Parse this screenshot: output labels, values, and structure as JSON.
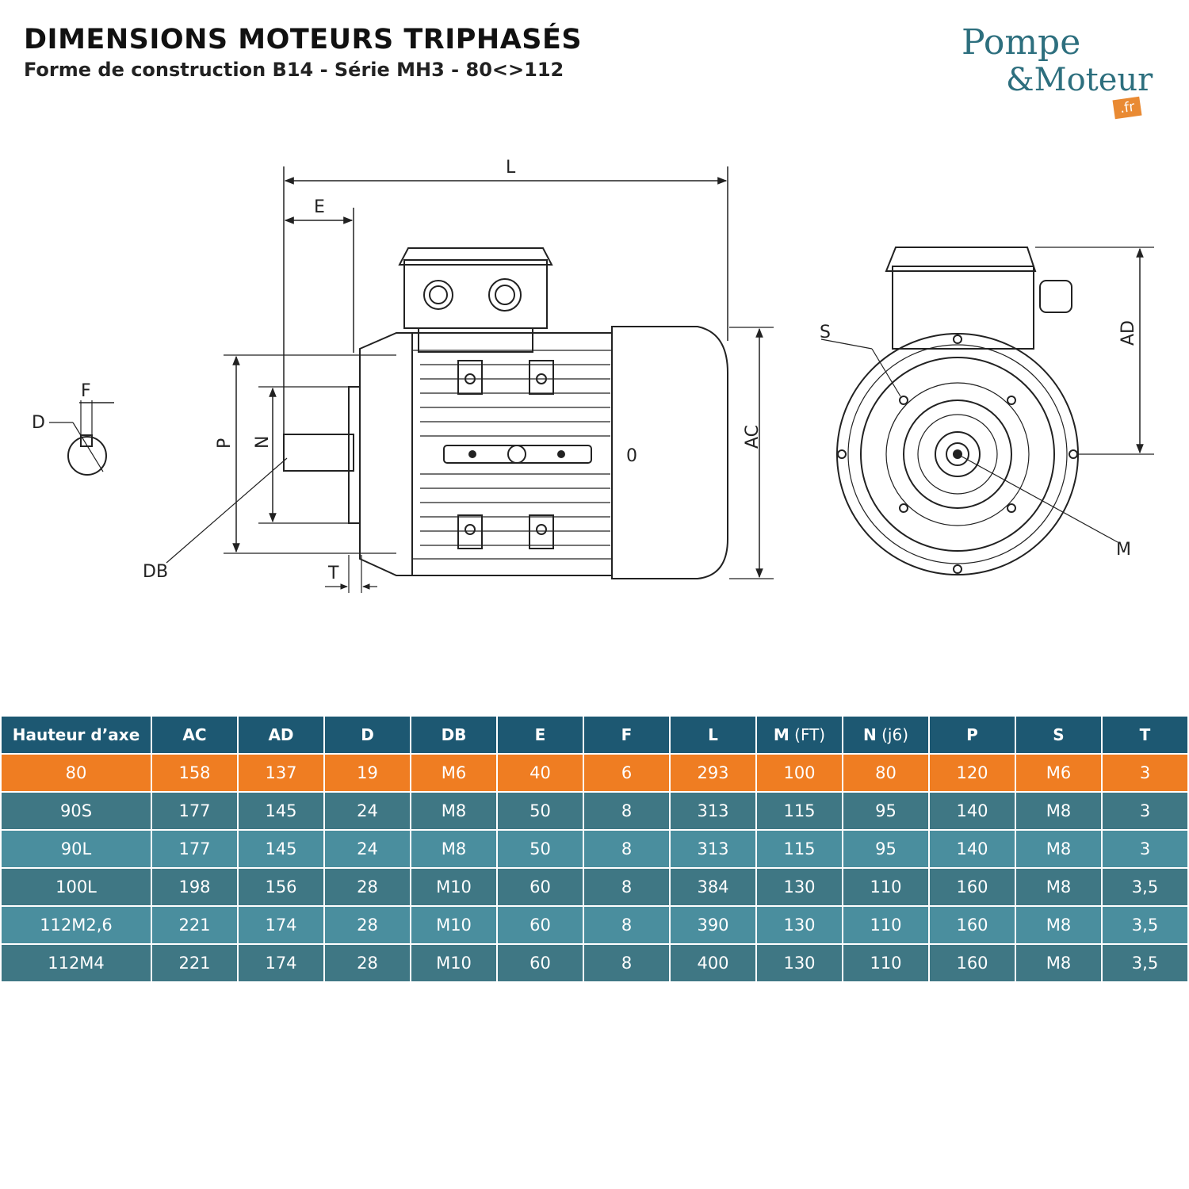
{
  "header": {
    "title": "DIMENSIONS MOTEURS TRIPHASÉS",
    "subtitle": "Forme de construction B14 - Série MH3 - 80<>112"
  },
  "logo": {
    "line1": "Pompe",
    "line2": "&Moteur",
    "badge": ".fr"
  },
  "drawing_labels": {
    "L": "L",
    "E": "E",
    "F": "F",
    "D": "D",
    "P": "P",
    "N": "N",
    "DB": "DB",
    "T": "T",
    "AC": "AC",
    "AD": "AD",
    "S": "S",
    "M": "M",
    "zero": "0"
  },
  "table": {
    "headers": [
      {
        "main": "Hauteur d’axe",
        "suffix": ""
      },
      {
        "main": "AC",
        "suffix": ""
      },
      {
        "main": "AD",
        "suffix": ""
      },
      {
        "main": "D",
        "suffix": ""
      },
      {
        "main": "DB",
        "suffix": ""
      },
      {
        "main": "E",
        "suffix": ""
      },
      {
        "main": "F",
        "suffix": ""
      },
      {
        "main": "L",
        "suffix": ""
      },
      {
        "main": "M",
        "suffix": "(FT)"
      },
      {
        "main": "N",
        "suffix": "(j6)"
      },
      {
        "main": "P",
        "suffix": ""
      },
      {
        "main": "S",
        "suffix": ""
      },
      {
        "main": "T",
        "suffix": ""
      }
    ],
    "rows": [
      [
        "80",
        "158",
        "137",
        "19",
        "M6",
        "40",
        "6",
        "293",
        "100",
        "80",
        "120",
        "M6",
        "3"
      ],
      [
        "90S",
        "177",
        "145",
        "24",
        "M8",
        "50",
        "8",
        "313",
        "115",
        "95",
        "140",
        "M8",
        "3"
      ],
      [
        "90L",
        "177",
        "145",
        "24",
        "M8",
        "50",
        "8",
        "313",
        "115",
        "95",
        "140",
        "M8",
        "3"
      ],
      [
        "100L",
        "198",
        "156",
        "28",
        "M10",
        "60",
        "8",
        "384",
        "130",
        "110",
        "160",
        "M8",
        "3,5"
      ],
      [
        "112M2,6",
        "221",
        "174",
        "28",
        "M10",
        "60",
        "8",
        "390",
        "130",
        "110",
        "160",
        "M8",
        "3,5"
      ],
      [
        "112M4",
        "221",
        "174",
        "28",
        "M10",
        "60",
        "8",
        "400",
        "130",
        "110",
        "160",
        "M8",
        "3,5"
      ]
    ]
  },
  "colors": {
    "header_bg": "#1d5872",
    "highlight_row": "#ef7d22",
    "row_dark": "#3f7784",
    "row_light": "#4a8e9e",
    "logo_teal": "#2d6f7e",
    "logo_orange": "#e98a33"
  }
}
